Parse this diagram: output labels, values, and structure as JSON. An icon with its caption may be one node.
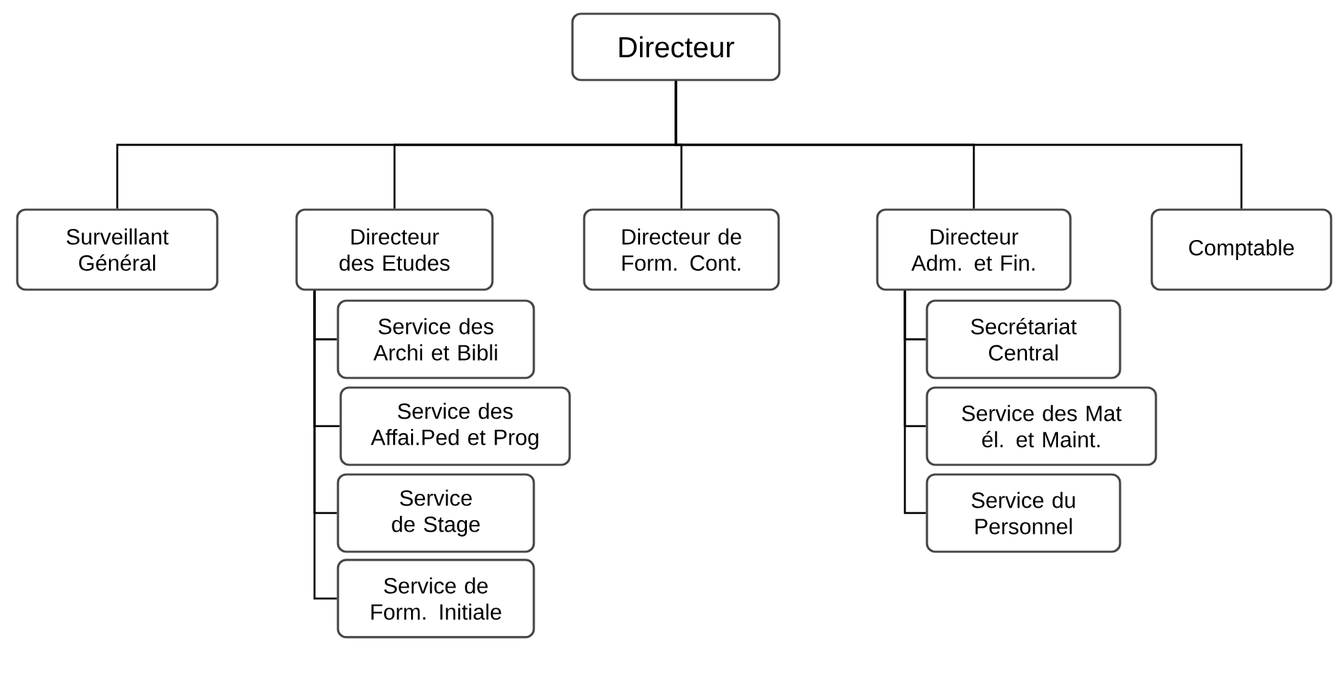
{
  "diagram": {
    "nodes": [
      {
        "text": [
          "Directeur"
        ]
      },
      {
        "text": [
          "Surveillant Général"
        ]
      },
      {
        "text": [
          "Directeur des Etudes"
        ]
      },
      {
        "text": [
          "Directeur de Form. Cont."
        ]
      },
      {
        "text": [
          "Directeur Adm. et Fin."
        ]
      },
      {
        "text": [
          "Comptable"
        ]
      },
      {
        "text": [
          "Service des Archi et Bibli"
        ]
      },
      {
        "text": [
          "Service des Affai.Ped et Prog"
        ]
      },
      {
        "text": [
          "Service de Stage"
        ]
      },
      {
        "text": [
          "Service de Form. Initiale"
        ]
      },
      {
        "text": [
          "Secrétariat Central"
        ]
      },
      {
        "text": [
          "Service des Mat él. et Maint."
        ]
      },
      {
        "text": [
          "Service du Personnel"
        ]
      }
    ],
    "edges": [
      {
        "from": 0,
        "to": 1,
        "arrow": "none"
      },
      {
        "from": 0,
        "to": 2,
        "arrow": "none"
      },
      {
        "from": 0,
        "to": 3,
        "arrow": "none"
      },
      {
        "from": 0,
        "to": 4,
        "arrow": "none"
      },
      {
        "from": 0,
        "to": 5,
        "arrow": "none"
      },
      {
        "from": 2,
        "to": 6,
        "arrow": "none"
      },
      {
        "from": 2,
        "to": 7,
        "arrow": "none"
      },
      {
        "from": 2,
        "to": 8,
        "arrow": "none"
      },
      {
        "from": 2,
        "to": 9,
        "arrow": "none"
      },
      {
        "from": 4,
        "to": 10,
        "arrow": "none"
      },
      {
        "from": 4,
        "to": 11,
        "arrow": "none"
      },
      {
        "from": 4,
        "to": 12,
        "arrow": "none"
      }
    ]
  }
}
